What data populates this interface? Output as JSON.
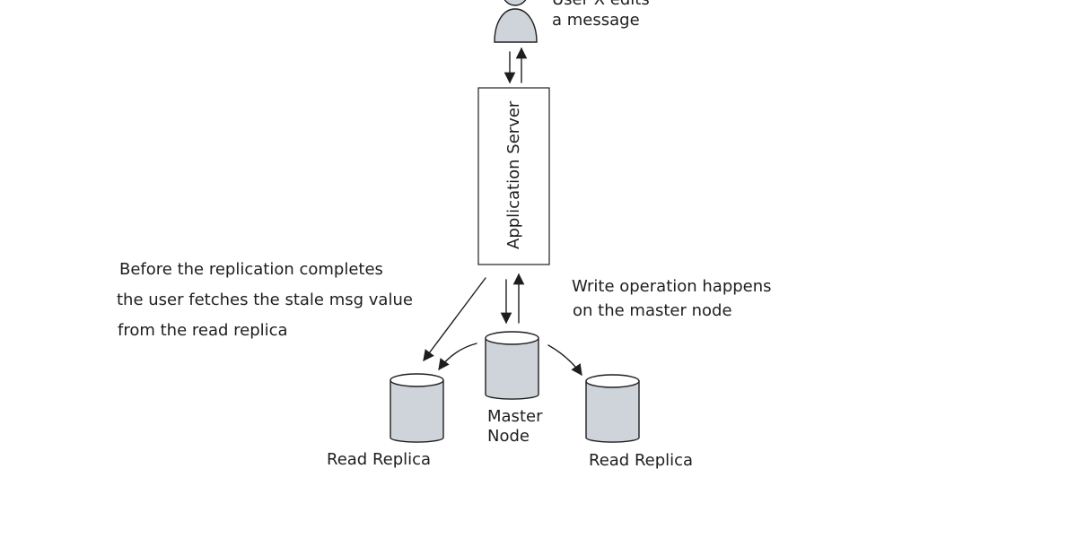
{
  "user_note": {
    "line1": "User X edits",
    "line2": "a message"
  },
  "server": {
    "label": "Application Server"
  },
  "left_note": {
    "line1": "Before the replication completes",
    "line2": "the user fetches the stale msg value",
    "line3": "from the read replica"
  },
  "right_note": {
    "line1": "Write operation happens",
    "line2": "on the master node"
  },
  "master": {
    "line1": "Master",
    "line2": "Node"
  },
  "replica_left": {
    "label": "Read Replica"
  },
  "replica_right": {
    "label": "Read Replica"
  },
  "colors": {
    "fill_gray": "#ced4da",
    "stroke": "#1e1e1e",
    "background": "#ffffff"
  }
}
